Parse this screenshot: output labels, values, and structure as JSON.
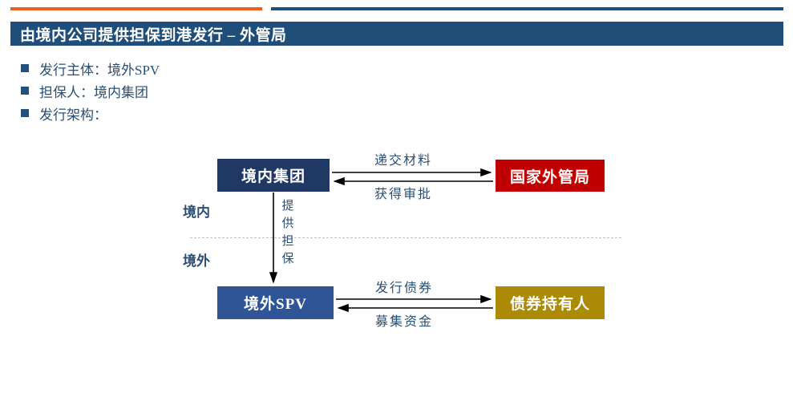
{
  "slide": {
    "title": "由境内公司提供担保到港发行 – 外管局",
    "accent_orange": "#E8601C",
    "accent_blue": "#1F4E79"
  },
  "bullets": [
    {
      "marker": "square-bullet-icon",
      "label": "发行主体：境外SPV"
    },
    {
      "marker": "square-bullet-icon",
      "label": "担保人：境内集团"
    },
    {
      "marker": "square-bullet-icon",
      "label": "发行架构："
    }
  ],
  "diagram": {
    "regions": {
      "onshore": "境内",
      "offshore": "境外"
    },
    "nodes": {
      "domestic_group": {
        "label": "境内集团",
        "color": "#1F3864"
      },
      "safe": {
        "label": "国家外管局",
        "color": "#C00000"
      },
      "offshore_spv": {
        "label": "境外SPV",
        "color": "#2F5597"
      },
      "bondholders": {
        "label": "债券持有人",
        "color": "#AD8A06"
      }
    },
    "flows": {
      "submit_materials": "递交材料",
      "obtain_approval": "获得审批",
      "issue_bonds": "发行债券",
      "raise_funds": "募集资金",
      "provide_guarantee_chars": [
        "提",
        "供",
        "担",
        "保"
      ]
    }
  }
}
